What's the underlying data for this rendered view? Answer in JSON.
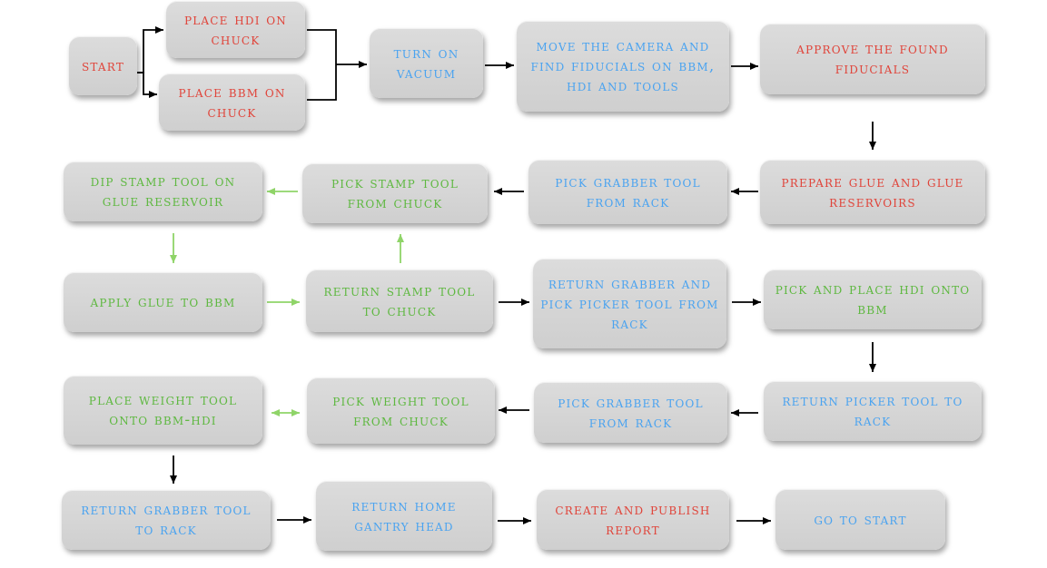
{
  "colors": {
    "red": "#e0443a",
    "blue": "#4aa3f0",
    "green": "#5eb840",
    "arrow_black": "#000000",
    "arrow_green": "#8fd468"
  },
  "steps": {
    "start": "Start",
    "place_hdi": "Place HDI on chuck",
    "place_bbm": "Place BBM on chuck",
    "vacuum": "Turn on vacuum",
    "move_camera": "Move the camera and find fiducials on BBM, HDI and tools",
    "approve": "Approve the found fiducials",
    "prepare_glue": "Prepare glue and glue reservoirs",
    "pick_grabber1": "Pick grabber tool from rack",
    "pick_stamp": "Pick stamp tool from chuck",
    "dip_stamp": "Dip stamp tool on glue reservoir",
    "apply_glue": "Apply glue to BBM",
    "return_stamp": "Return stamp tool to chuck",
    "return_grabber_pick_picker": "Return grabber and pick picker tool from rack",
    "pick_place_hdi": "Pick and place HDI onto BBM",
    "return_picker": "Return picker tool to rack",
    "pick_grabber2": "Pick grabber tool from rack",
    "pick_weight": "Pick weight tool from chuck",
    "place_weight": "Place weight tool onto BBM-HDI",
    "return_grabber": "Return grabber tool to rack",
    "return_home": "Return home gantry head",
    "create_report": "Create and publish report",
    "go_start": "Go to start"
  }
}
